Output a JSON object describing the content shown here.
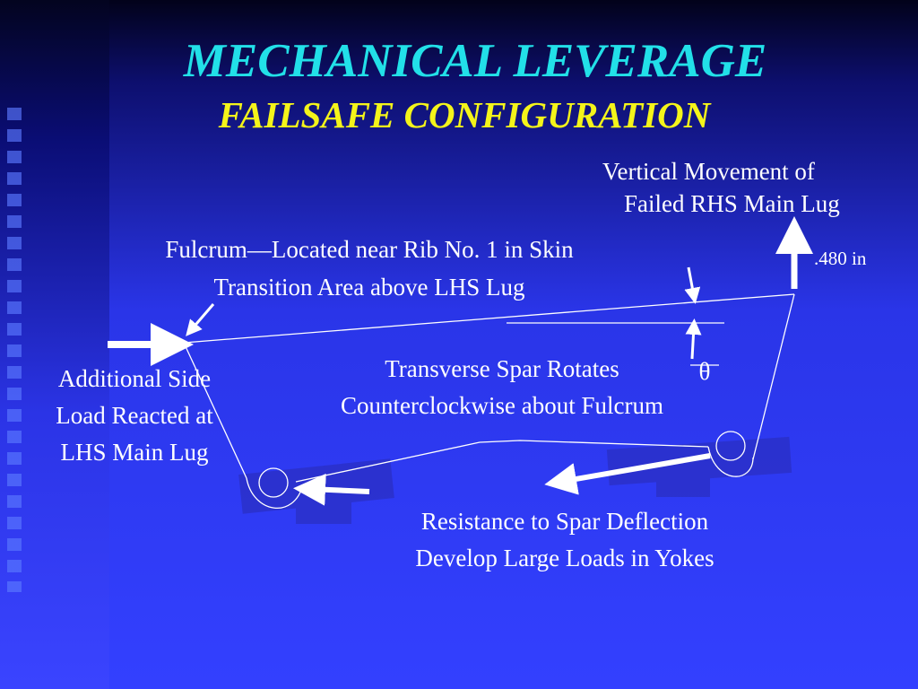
{
  "slide": {
    "title": "MECHANICAL LEVERAGE",
    "subtitle": "FAILSAFE CONFIGURATION"
  },
  "labels": {
    "vertical_movement_line1": "Vertical Movement of",
    "vertical_movement_line2": "Failed RHS Main Lug",
    "displacement": ".480 in",
    "fulcrum_line1": "Fulcrum—Located near Rib No. 1 in Skin",
    "fulcrum_line2": "Transition Area above LHS Lug",
    "side_load_line1": "Additional Side",
    "side_load_line2": "Load Reacted at",
    "side_load_line3": "LHS Main Lug",
    "spar_rotates_line1": "Transverse Spar Rotates",
    "spar_rotates_line2": "Counterclockwise about Fulcrum",
    "angle_symbol": "θ",
    "resistance_line1": "Resistance to Spar Deflection",
    "resistance_line2": "Develop Large Loads in Yokes"
  },
  "colors": {
    "title": "#22e0e8",
    "subtitle": "#f4f41a",
    "text": "#ffffff",
    "background": "#3340ff"
  }
}
